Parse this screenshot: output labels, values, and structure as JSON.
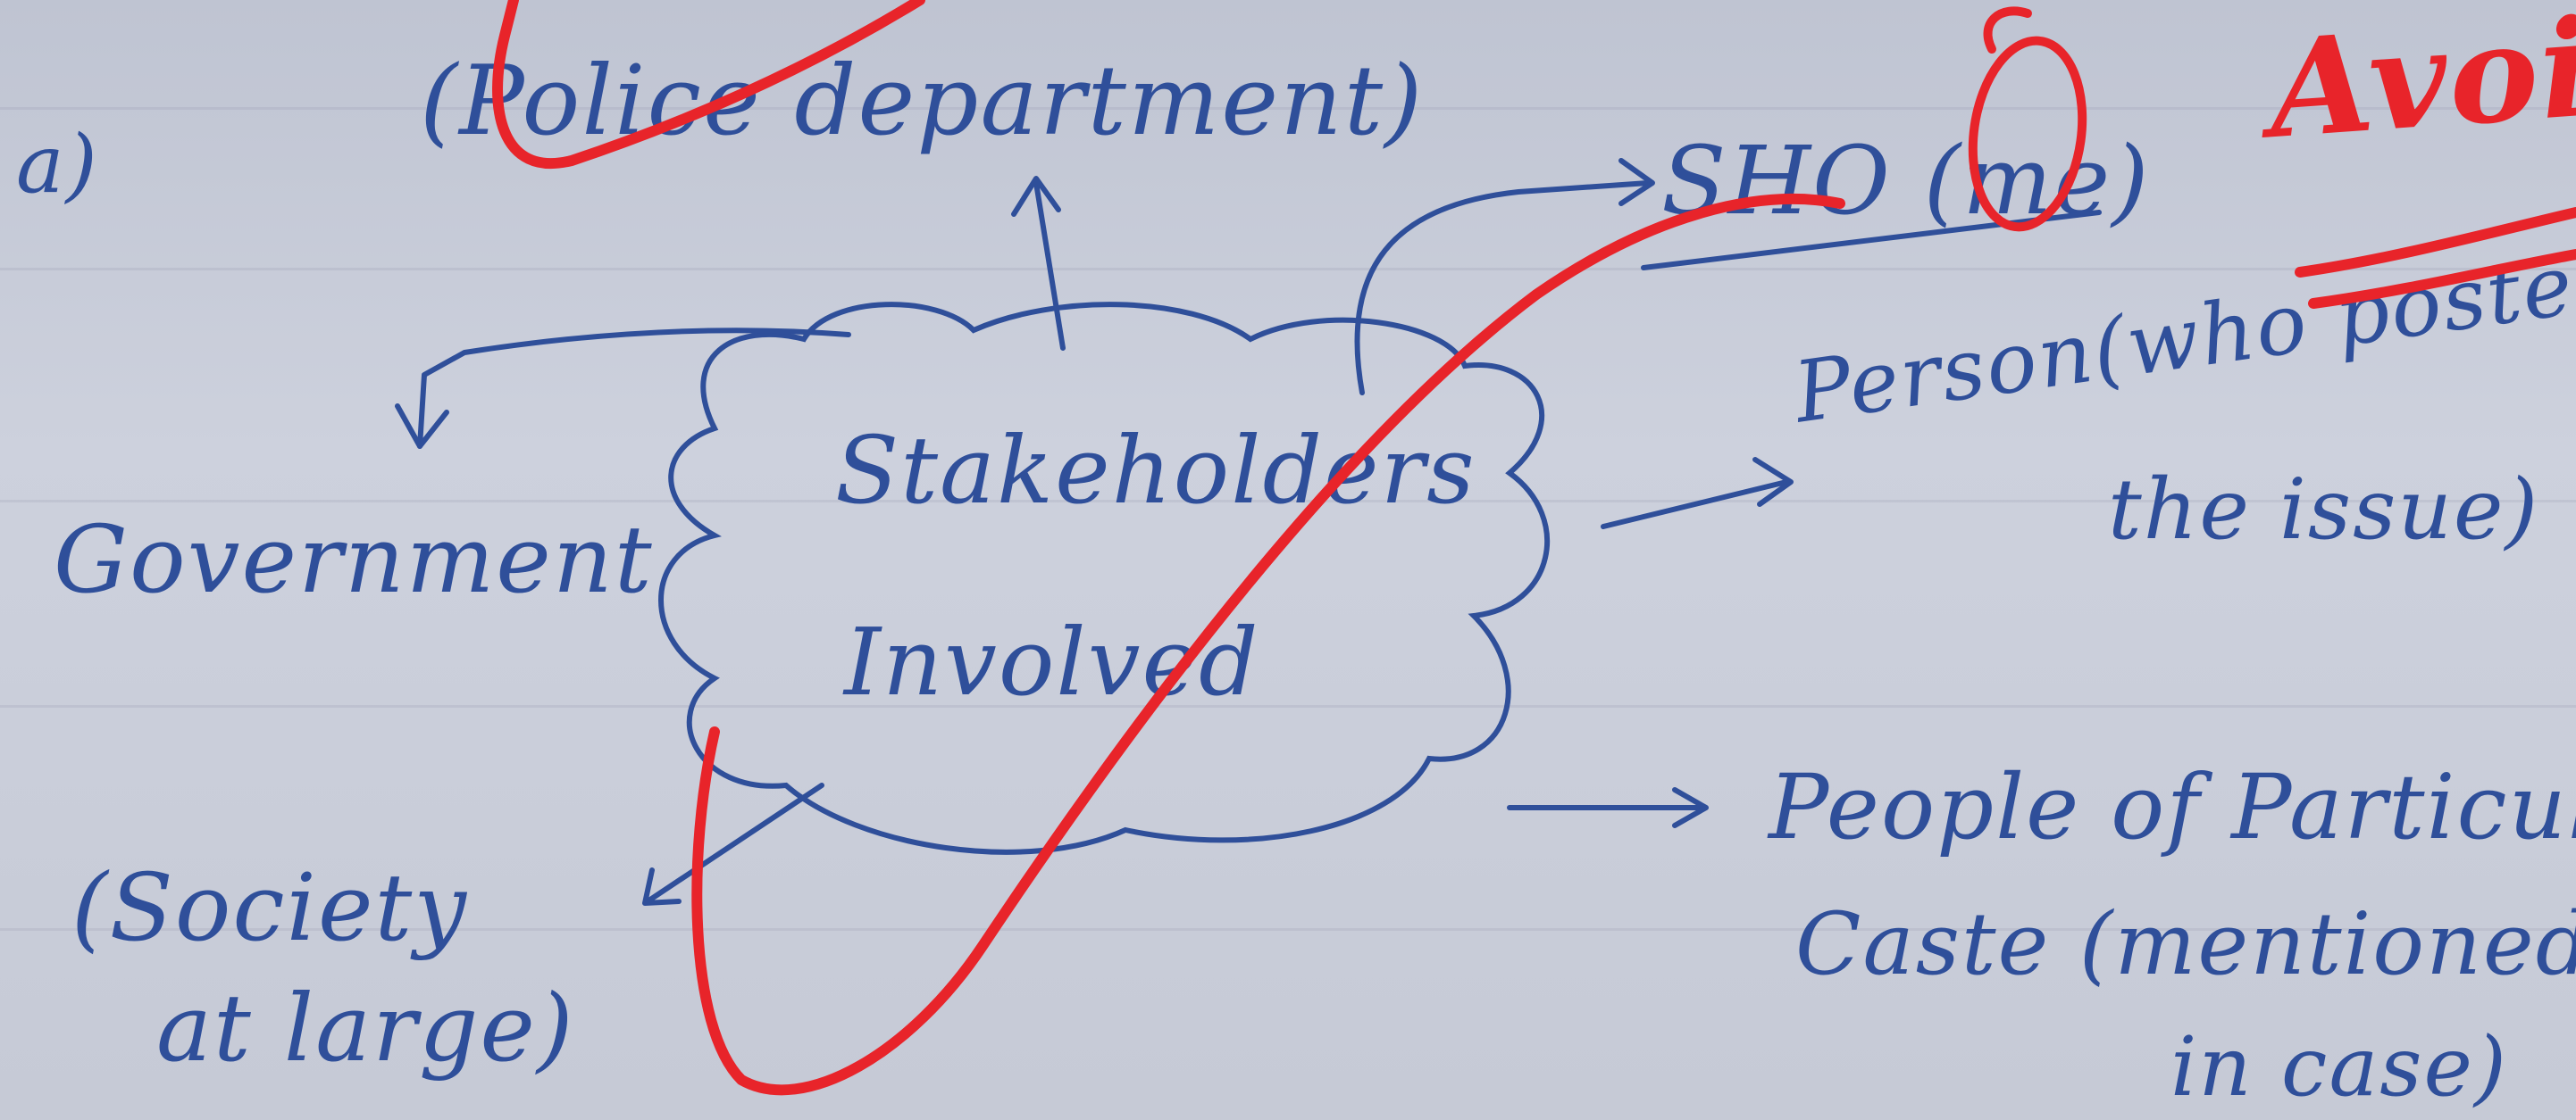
{
  "question_marker": "a)",
  "cloud": {
    "line1": "Stakeholders",
    "line2": "Involved"
  },
  "stakeholders": {
    "police": "(Police department)",
    "sho": "SHO (me)",
    "government": "Government",
    "person_line1": "Person(who posted",
    "person_line2": "the issue)",
    "society_line1": "(Society",
    "society_line2": "at large)",
    "people_line1": "People of Particular",
    "people_line2": "Caste (mentioned",
    "people_line3": "in case)"
  },
  "annotation": {
    "text": "Avoid"
  },
  "colors": {
    "ink_blue": "#2f4f9a",
    "ink_red": "#e8242a",
    "paper": "#c8ccd8"
  }
}
